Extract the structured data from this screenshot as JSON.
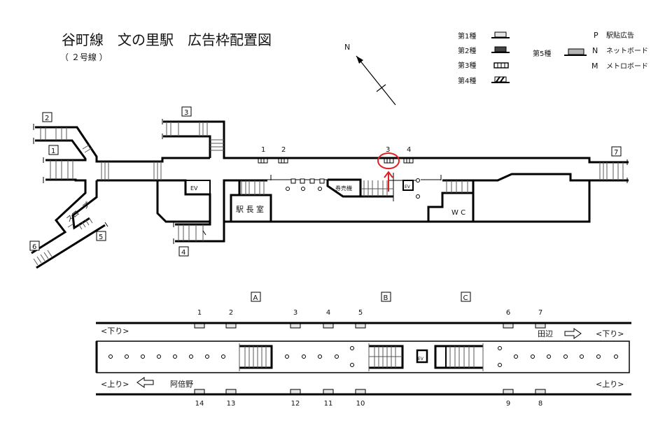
{
  "title": "谷町線　文の里駅　広告枠配置図",
  "subtitle": "（ ２号線 ）",
  "compass": "N",
  "legend": {
    "types": [
      {
        "label": "第1種",
        "fill": "#e6e6e6"
      },
      {
        "label": "第2種",
        "fill": "#444444"
      },
      {
        "label": "第3種",
        "fill": "#ffffff"
      },
      {
        "label": "第4種",
        "fill": "#ffffff"
      }
    ],
    "type5": {
      "label": "第5種",
      "fill": "#b4b4b4"
    },
    "codes": [
      {
        "code": "P",
        "label": "駅貼広告"
      },
      {
        "code": "N",
        "label": "ネットボード"
      },
      {
        "code": "M",
        "label": "メトロボード"
      }
    ]
  },
  "concourse": {
    "exits": [
      "1",
      "2",
      "3",
      "4",
      "5",
      "6",
      "7"
    ],
    "ads": [
      "1",
      "2",
      "3",
      "4"
    ],
    "highlighted_ad": "3",
    "highlight_color": "#e02020",
    "station_master": "駅 長 室",
    "ticket_machine": "券売機",
    "wc": "W C",
    "ev": "EV",
    "slope": "スロープ"
  },
  "platform": {
    "zones": [
      "A",
      "B",
      "C"
    ],
    "top_ads": [
      "1",
      "2",
      "3",
      "4",
      "5",
      "6",
      "7"
    ],
    "bottom_ads": [
      "14",
      "13",
      "12",
      "11",
      "10",
      "9",
      "8"
    ],
    "down_label": "<下り>",
    "down_dest": "田辺",
    "up_label": "<上り>",
    "up_dest": "阿倍野",
    "ev": "EV"
  }
}
